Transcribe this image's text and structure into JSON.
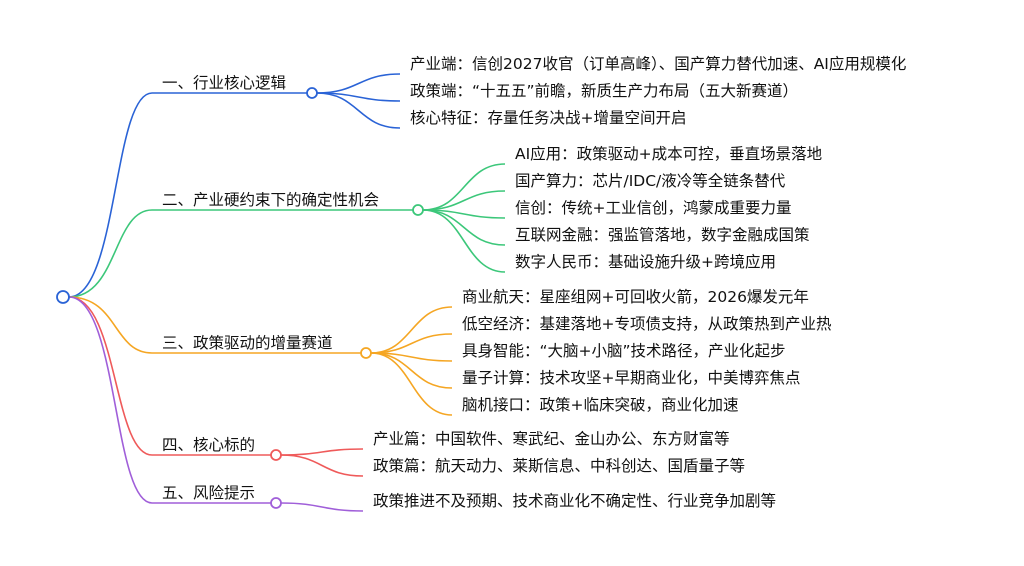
{
  "colors": {
    "root": "#2a63d6",
    "branches": [
      "#2a63d6",
      "#3cc77a",
      "#f5a623",
      "#ef5a5a",
      "#a05fd9"
    ]
  },
  "branches": [
    {
      "label": "一、行业核心逻辑",
      "children": [
        "产业端：信创2027收官（订单高峰）、国产算力替代加速、AI应用规模化",
        "政策端：“十五五”前瞻，新质生产力布局（五大新赛道）",
        "核心特征：存量任务决战+增量空间开启"
      ]
    },
    {
      "label": "二、产业硬约束下的确定性机会",
      "children": [
        "AI应用：政策驱动+成本可控，垂直场景落地",
        "国产算力：芯片/IDC/液冷等全链条替代",
        "信创：传统+工业信创，鸿蒙成重要力量",
        "互联网金融：强监管落地，数字金融成国策",
        "数字人民币：基础设施升级+跨境应用"
      ]
    },
    {
      "label": "三、政策驱动的增量赛道",
      "children": [
        "商业航天：星座组网+可回收火箭，2026爆发元年",
        "低空经济：基建落地+专项债支持，从政策热到产业热",
        "具身智能：“大脑+小脑”技术路径，产业化起步",
        "量子计算：技术攻坚+早期商业化，中美博弈焦点",
        "脑机接口：政策+临床突破，商业化加速"
      ]
    },
    {
      "label": "四、核心标的",
      "children": [
        "产业篇：中国软件、寒武纪、金山办公、东方财富等",
        "政策篇：航天动力、莱斯信息、中科创达、国盾量子等"
      ]
    },
    {
      "label": "五、风险提示",
      "children": [
        "政策推进不及预期、技术商业化不确定性、行业竞争加剧等"
      ]
    }
  ]
}
